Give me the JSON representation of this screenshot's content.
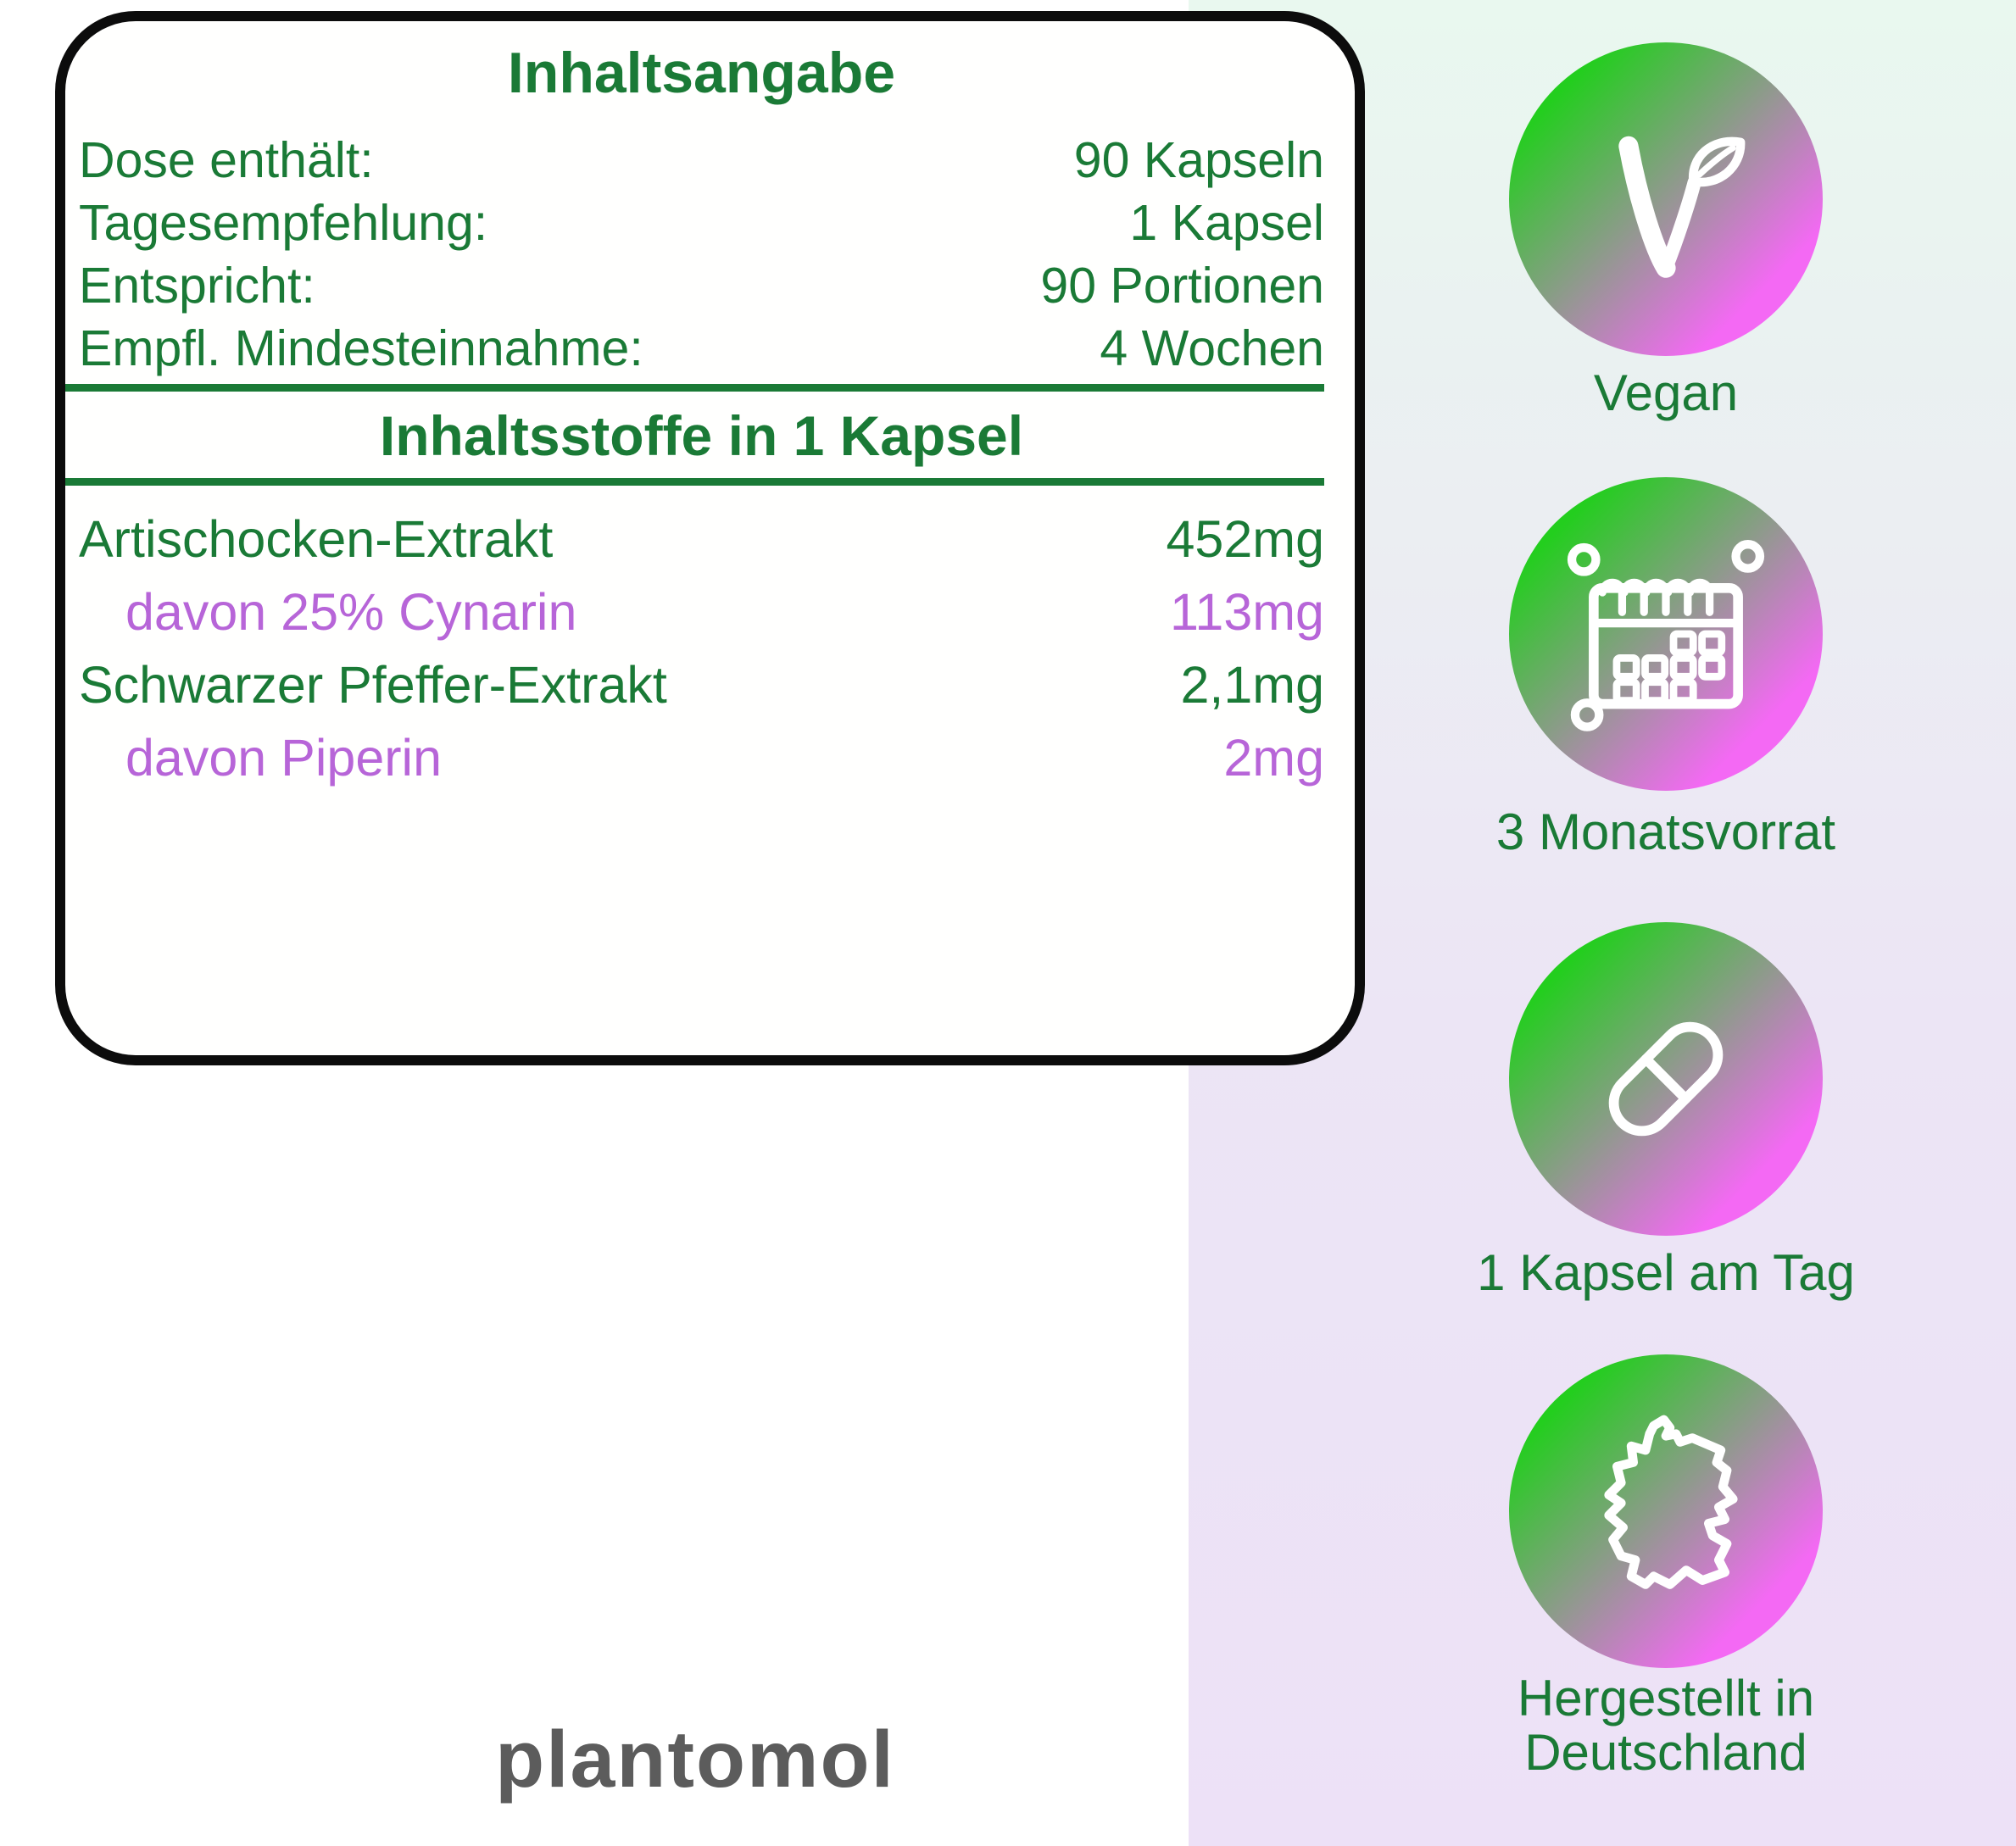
{
  "card": {
    "title": "Inhaltsangabe",
    "info_rows": [
      {
        "label": "Dose enthält:",
        "value": "90 Kapseln"
      },
      {
        "label": "Tagesempfehlung:",
        "value": "1 Kapsel"
      },
      {
        "label": "Entspricht:",
        "value": "90 Portionen"
      },
      {
        "label": "Empfl. Mindesteinnahme:",
        "value": "4 Wochen"
      }
    ],
    "section_heading": "Inhaltsstoffe in 1 Kapsel",
    "ingredient_rows": [
      {
        "label": "Artischocken-Extrakt",
        "value": "452mg",
        "color": "green",
        "indent": false
      },
      {
        "label": "davon 25% Cynarin",
        "value": "113mg",
        "color": "purple",
        "indent": true
      },
      {
        "label": "Schwarzer Pfeffer-Extrakt",
        "value": "2,1mg",
        "color": "green",
        "indent": false
      },
      {
        "label": "davon Piperin",
        "value": "2mg",
        "color": "purple",
        "indent": true
      }
    ]
  },
  "badges": [
    {
      "icon": "vegan-leaf-icon",
      "label": "Vegan"
    },
    {
      "icon": "calendar-icon",
      "label": "3 Monatsvorrat"
    },
    {
      "icon": "capsule-icon",
      "label": "1 Kapsel am Tag"
    },
    {
      "icon": "germany-map-icon",
      "label_lines": [
        "Hergestellt in",
        "Deutschland"
      ]
    }
  ],
  "logo": "plantomol",
  "colors": {
    "green": "#1a7a36",
    "purple": "#b765d8",
    "grad_green": "#23ce1e",
    "grad_pink": "#f469f4",
    "panel_top": "#e9f8ef",
    "panel_bottom": "#ede1f7",
    "border_black": "#0c0c0c",
    "logo_gray": "#5c5c5c"
  }
}
